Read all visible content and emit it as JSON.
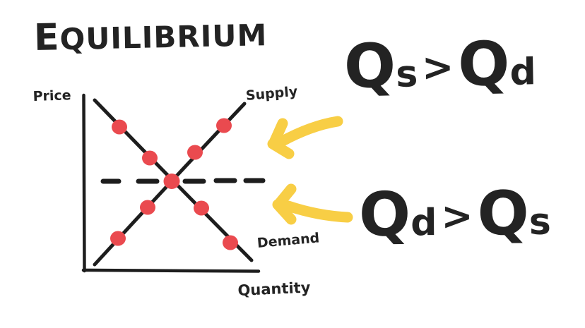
{
  "title": "EQUILIBRIUM",
  "title_first_letter": "E",
  "title_rest": "QUILIBRIUM",
  "chart_data": {
    "type": "line",
    "title": "EQUILIBRIUM",
    "xlabel": "Quantity",
    "ylabel": "Price",
    "grid": false,
    "legend": "inline-curve-labels",
    "axis_style": "hand-drawn, no tick labels, no numeric scale",
    "xlim": [
      0,
      10
    ],
    "ylim": [
      0,
      10
    ],
    "series": [
      {
        "name": "Supply",
        "label": "Supply",
        "direction": "upward-sloping",
        "color": "#1d1d1d",
        "x": [
          0.7,
          2.0,
          4.0,
          5.1,
          6.0,
          8.0,
          9.2
        ],
        "y": [
          0.4,
          1.8,
          4.0,
          5.0,
          6.0,
          8.0,
          9.3
        ],
        "marker_points": [
          {
            "x": 2.0,
            "y": 1.8
          },
          {
            "x": 4.0,
            "y": 4.0
          },
          {
            "x": 5.1,
            "y": 5.0
          },
          {
            "x": 6.0,
            "y": 6.0
          },
          {
            "x": 8.0,
            "y": 8.0
          }
        ]
      },
      {
        "name": "Demand",
        "label": "Demand",
        "direction": "downward-sloping",
        "color": "#1d1d1d",
        "x": [
          0.7,
          2.0,
          4.0,
          5.1,
          6.0,
          8.0,
          9.2
        ],
        "y": [
          9.3,
          8.0,
          6.0,
          5.0,
          4.0,
          1.8,
          0.4
        ],
        "marker_points": [
          {
            "x": 2.0,
            "y": 8.0
          },
          {
            "x": 4.0,
            "y": 6.0
          },
          {
            "x": 5.1,
            "y": 5.0
          },
          {
            "x": 6.0,
            "y": 4.0
          },
          {
            "x": 8.0,
            "y": 1.8
          }
        ]
      }
    ],
    "equilibrium": {
      "x": 5.1,
      "y": 5.0,
      "label": "equilibrium point",
      "color": "#ea4a4f"
    },
    "reference_line": {
      "orientation": "horizontal",
      "y": 5.0,
      "style": "dashed",
      "color": "#1d1d1d",
      "dash_count": 6
    },
    "marker_color": "#ea4a4f",
    "marker_count": 9
  },
  "annotations": [
    {
      "id": "surplus",
      "text_parts": {
        "q": "Q",
        "sub1": "s",
        "gt": ">",
        "q2": "Q",
        "sub2": "d"
      },
      "full_text": "Qs > Qd",
      "arrow": "curved-left-arrow",
      "arrow_color": "#f8ce45",
      "points_to": "above-equilibrium (surplus region)"
    },
    {
      "id": "shortage",
      "text_parts": {
        "q": "Q",
        "sub1": "d",
        "gt": ">",
        "q2": "Q",
        "sub2": "s"
      },
      "full_text": "Qd > Qs",
      "arrow": "curved-left-arrow",
      "arrow_color": "#f8ce45",
      "points_to": "below-equilibrium (shortage region)"
    }
  ],
  "expr_top": {
    "q1": "Q",
    "s1": "s",
    "gt": ">",
    "q2": "Q",
    "s2": "d"
  },
  "expr_bottom": {
    "q1": "Q",
    "s1": "d",
    "gt": ">",
    "q2": "Q",
    "s2": "s"
  },
  "colors": {
    "ink": "#232323",
    "curve": "#1d1d1d",
    "marker_red": "#ea4a4f",
    "arrow_yellow": "#f8ce45",
    "background": "#ffffff"
  }
}
